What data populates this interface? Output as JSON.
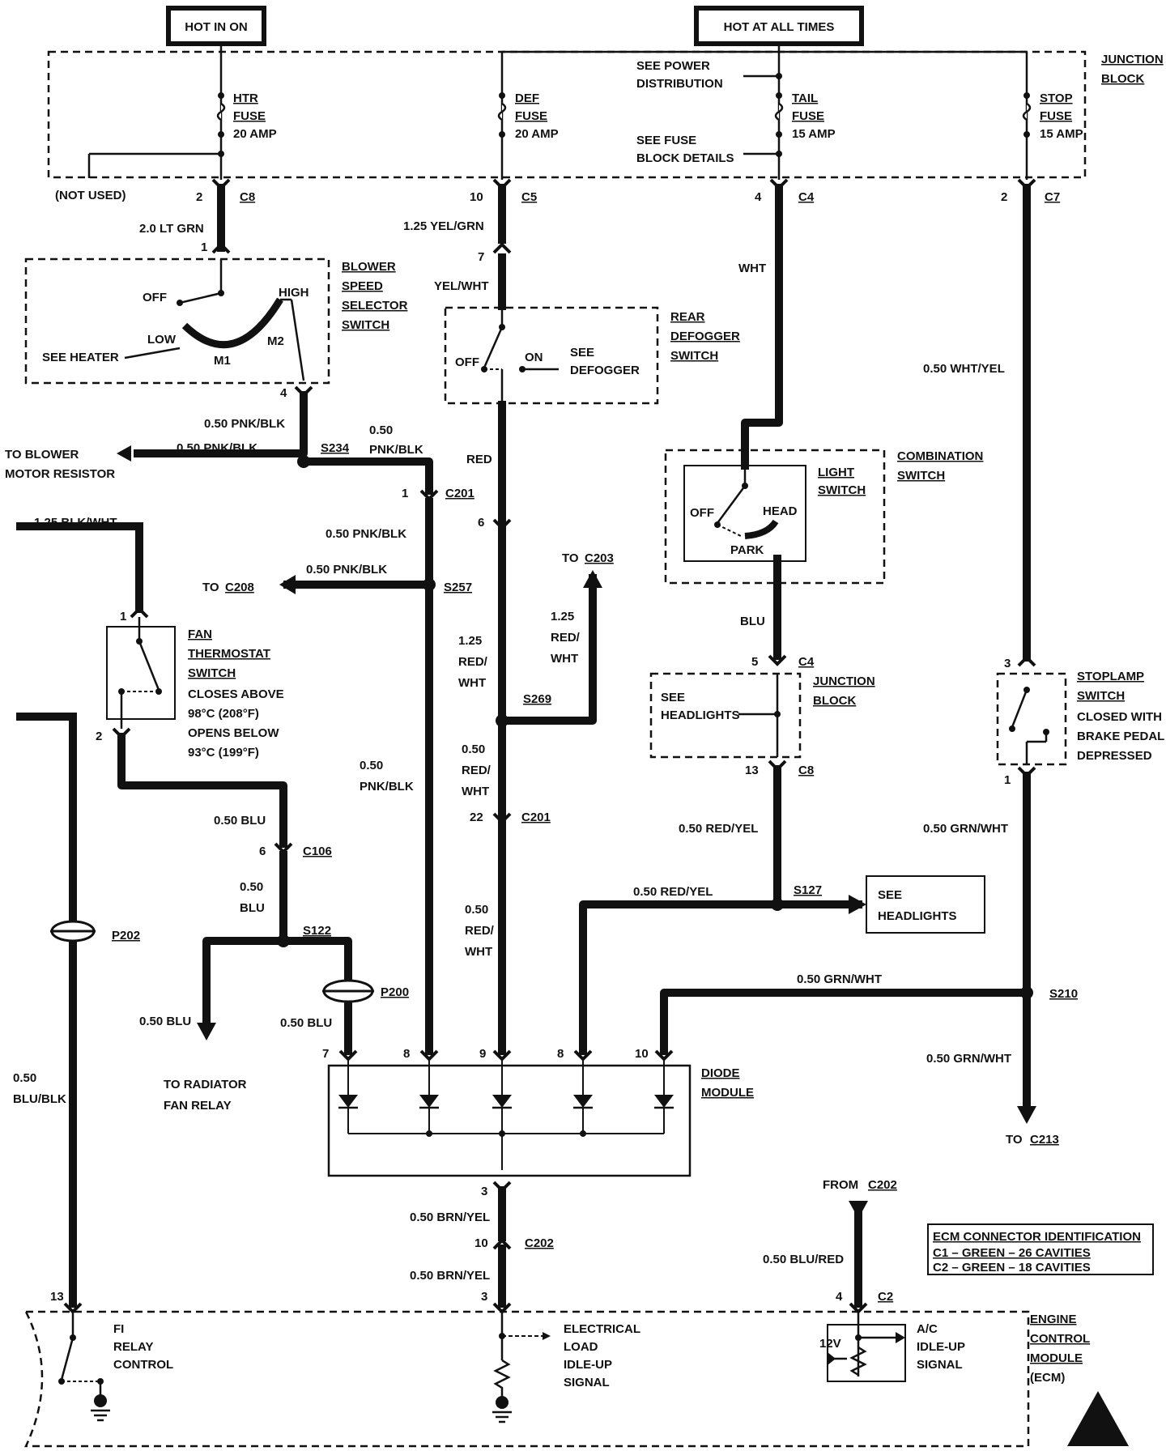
{
  "header": {
    "hot_in_on": "HOT IN ON",
    "hot_at_all_times": "HOT AT ALL TIMES"
  },
  "junction_block": {
    "title_line1": "JUNCTION",
    "title_line2": "BLOCK",
    "htr_fuse": [
      "HTR",
      "FUSE",
      "20 AMP"
    ],
    "def_fuse": [
      "DEF",
      "FUSE",
      "20 AMP"
    ],
    "tail_fuse": [
      "TAIL",
      "FUSE",
      "15 AMP"
    ],
    "stop_fuse": [
      "STOP",
      "FUSE",
      "15 AMP"
    ],
    "see_power": [
      "SEE POWER",
      "DISTRIBUTION"
    ],
    "see_fuse": [
      "SEE FUSE",
      "BLOCK DETAILS"
    ],
    "not_used": "(NOT USED)"
  },
  "connectors": {
    "c8_top": {
      "pin": "2",
      "name": "C8"
    },
    "c5_top": {
      "pin": "10",
      "name": "C5"
    },
    "c4_top": {
      "pin": "4",
      "name": "C4"
    },
    "c7_top": {
      "pin": "2",
      "name": "C7"
    }
  },
  "wires": {
    "lt_grn": "2.0 LT GRN",
    "yel_grn": "1.25 YEL/GRN",
    "yel_wht": "YEL/WHT",
    "wht": "WHT",
    "wht_yel": "0.50 WHT/YEL",
    "pnk_blk": "0.50 PNK/BLK",
    "pnk_blk_split": [
      "0.50",
      "PNK/BLK"
    ],
    "red": "RED",
    "blk_wht": "1.25 BLK/WHT",
    "red_wht_125": [
      "1.25",
      "RED/",
      "WHT"
    ],
    "red_wht_050": [
      "0.50",
      "RED/",
      "WHT"
    ],
    "blu": "BLU",
    "blu_050": "0.50 BLU",
    "blu_050_split": [
      "0.50",
      "BLU"
    ],
    "red_yel": "0.50 RED/YEL",
    "grn_wht": "0.50 GRN/WHT",
    "blu_blk": [
      "0.50",
      "BLU/BLK"
    ],
    "brn_yel": "0.50 BRN/YEL",
    "blu_red": "0.50 BLU/RED"
  },
  "blower_switch": {
    "title": [
      "BLOWER",
      "SPEED",
      "SELECTOR",
      "SWITCH"
    ],
    "off": "OFF",
    "high": "HIGH",
    "low": "LOW",
    "m1": "M1",
    "m2": "M2",
    "see_heater": "SEE HEATER",
    "pin_in": "1",
    "pin_out": "4"
  },
  "rear_defogger": {
    "title": [
      "REAR",
      "DEFOGGER",
      "SWITCH"
    ],
    "off": "OFF",
    "on": "ON",
    "see": [
      "SEE",
      "DEFOGGER"
    ],
    "pin": "7"
  },
  "combination_switch": {
    "title": [
      "COMBINATION",
      "SWITCH"
    ],
    "light_switch": [
      "LIGHT",
      "SWITCH"
    ],
    "off": "OFF",
    "head": "HEAD",
    "park": "PARK"
  },
  "junction_block_mid": {
    "title": [
      "JUNCTION",
      "BLOCK"
    ],
    "see_headlights": [
      "SEE",
      "HEADLIGHTS"
    ],
    "c4": {
      "pin": "5",
      "name": "C4"
    },
    "c8": {
      "pin": "13",
      "name": "C8"
    }
  },
  "stoplamp_switch": {
    "title": [
      "STOPLAMP",
      "SWITCH"
    ],
    "desc": [
      "CLOSED WITH",
      "BRAKE PEDAL",
      "DEPRESSED"
    ],
    "pin_in": "3",
    "pin_out": "1"
  },
  "fan_thermostat": {
    "title": [
      "FAN",
      "THERMOSTAT",
      "SWITCH"
    ],
    "desc": [
      "CLOSES ABOVE",
      "98°C (208°F)",
      "OPENS BELOW",
      "93°C (199°F)"
    ],
    "pin_in": "1",
    "pin_out": "2"
  },
  "splices": {
    "s234": "S234",
    "s257": "S257",
    "s269": "S269",
    "s127": "S127",
    "s122": "S122",
    "s210": "S210"
  },
  "splice_connectors": {
    "c201_a": {
      "pin": "1",
      "name": "C201"
    },
    "c201_b": {
      "pin": "6"
    },
    "c201_c": {
      "pin": "22",
      "name": "C201"
    },
    "c106": {
      "pin": "6",
      "name": "C106"
    },
    "p202": "P202",
    "p200": "P200",
    "c202": {
      "pin_a": "3",
      "pin_b": "10",
      "name": "C202",
      "pin_c": "3"
    }
  },
  "destinations": {
    "to_blower_resistor": [
      "TO BLOWER",
      "MOTOR RESISTOR"
    ],
    "to_c208_prefix": "TO",
    "to_c208": "C208",
    "to_c203_prefix": "TO",
    "to_c203": "C203",
    "see_headlights_box": [
      "SEE",
      "HEADLIGHTS"
    ],
    "to_radiator": [
      "TO RADIATOR",
      "FAN RELAY"
    ],
    "to_c213_prefix": "TO",
    "to_c213": "C213",
    "from_c202_prefix": "FROM",
    "from_c202": "C202"
  },
  "diode_module": {
    "title": [
      "DIODE",
      "MODULE"
    ],
    "pins": [
      "7",
      "8",
      "9",
      "8",
      "10"
    ]
  },
  "ecm": {
    "title": [
      "ENGINE",
      "CONTROL",
      "MODULE",
      "(ECM)"
    ],
    "pin13": "13",
    "pin3": "3",
    "pin4": "4",
    "c2": "C2",
    "fi_relay": [
      "FI",
      "RELAY",
      "CONTROL"
    ],
    "elec_load": [
      "ELECTRICAL",
      "LOAD",
      "IDLE-UP",
      "SIGNAL"
    ],
    "ac_idle": [
      "A/C",
      "IDLE-UP",
      "SIGNAL"
    ],
    "v12": "12V"
  },
  "ecm_connector_id": {
    "title": "ECM CONNECTOR IDENTIFICATION",
    "c1": "C1 – GREEN – 26 CAVITIES",
    "c2": "C2 – GREEN – 18 CAVITIES"
  }
}
